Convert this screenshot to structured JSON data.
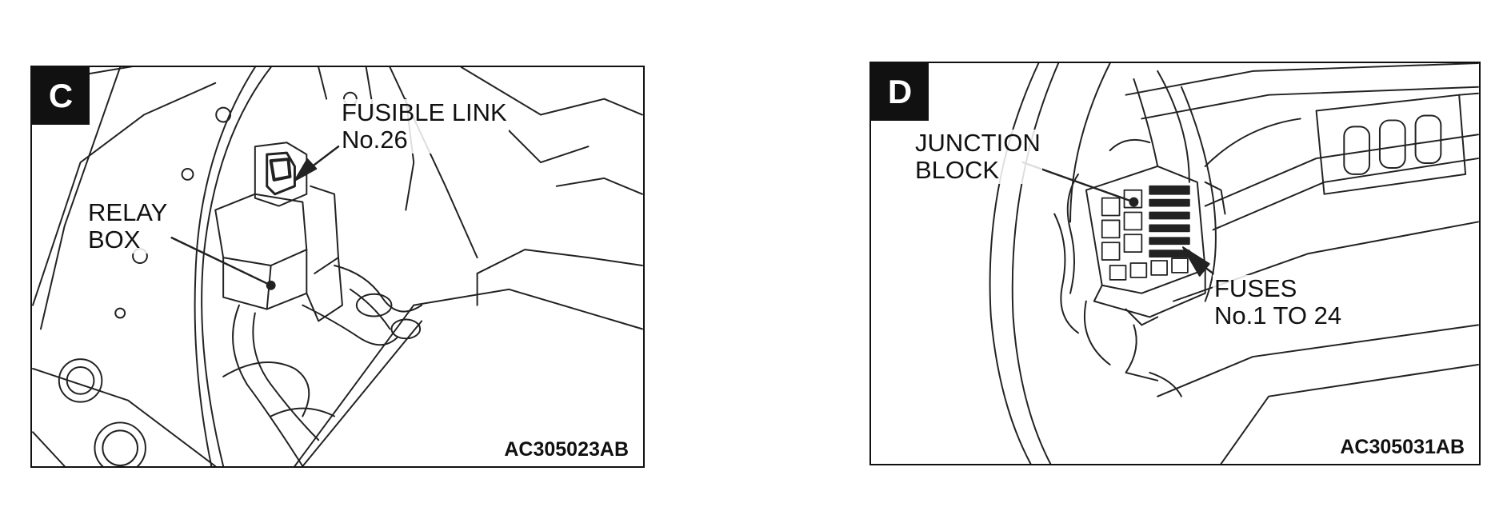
{
  "panel_c": {
    "badge": "C",
    "labels": {
      "fusible_link": [
        "FUSIBLE LINK",
        "No.26"
      ],
      "relay_box": [
        "RELAY",
        "BOX"
      ]
    },
    "figure_code": "AC305023AB"
  },
  "panel_d": {
    "badge": "D",
    "labels": {
      "junction_block": [
        "JUNCTION",
        "BLOCK"
      ],
      "fuses": [
        "FUSES",
        "No.1 TO 24"
      ]
    },
    "figure_code": "AC305031AB"
  }
}
